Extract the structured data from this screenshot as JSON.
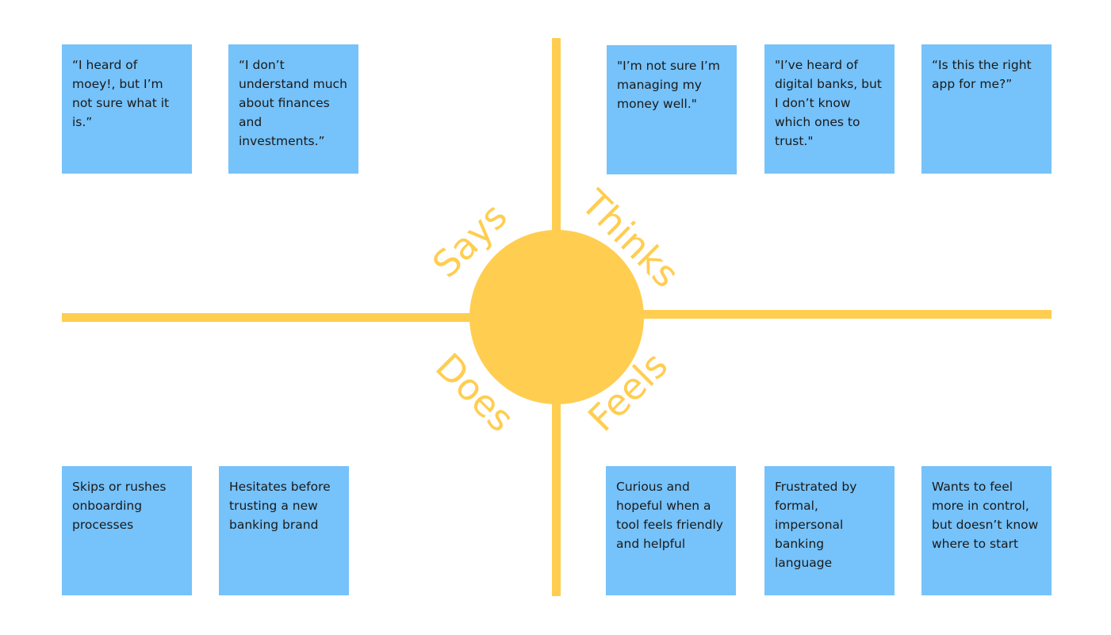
{
  "board": {
    "accent_color": "#FFCD50",
    "note_color": "#76C2FA"
  },
  "quadrants": {
    "says": "Says",
    "thinks": "Thinks",
    "does": "Does",
    "feels": "Feels"
  },
  "says_notes": [
    "“I heard of moey!, but I’m not sure what it is.”",
    "“I don’t understand much about finances and investments.”"
  ],
  "thinks_notes": [
    "\"I’m not sure I’m managing my money well.\"",
    "\"I’ve heard of digital banks, but I don’t know which ones to trust.\"",
    "“Is this the right app for me?”"
  ],
  "does_notes": [
    "Skips or rushes onboarding processes",
    "Hesitates before trusting a new banking brand"
  ],
  "feels_notes": [
    "Curious and hopeful when a tool feels friendly and helpful",
    "Frustrated by formal, impersonal banking language",
    "Wants to feel more in control, but doesn’t know where to start"
  ]
}
